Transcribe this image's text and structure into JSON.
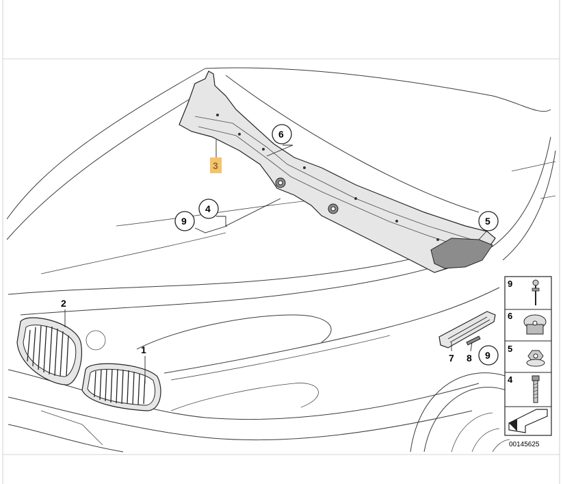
{
  "callouts": {
    "c1": "1",
    "c2": "2",
    "c3": "3",
    "c4": "4",
    "c5": "5",
    "c6": "6",
    "c7": "7",
    "c8": "8",
    "c9a": "9",
    "c9b": "9"
  },
  "legend": {
    "items": [
      "9",
      "6",
      "5",
      "4"
    ]
  },
  "part_number": "00145625",
  "colors": {
    "highlight": "#f5c36b"
  }
}
